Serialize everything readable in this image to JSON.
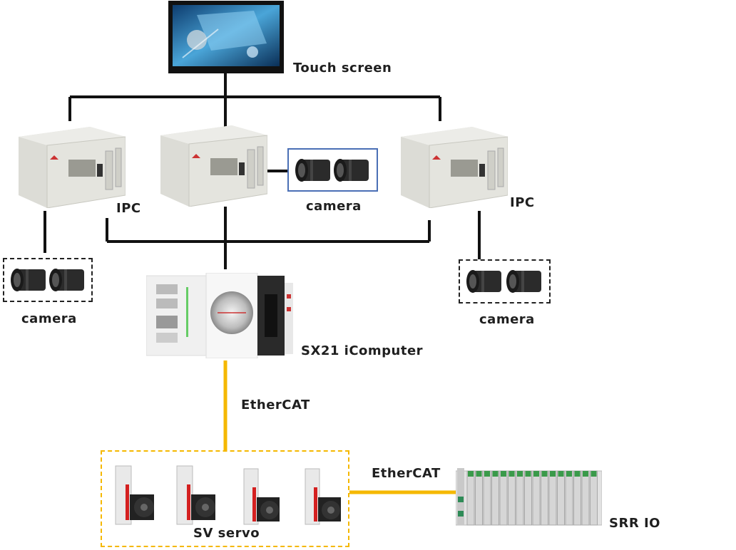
{
  "labels": {
    "touch_screen": "Touch screen",
    "ipc_left": "IPC",
    "ipc_right": "IPC",
    "camera_center": "camera",
    "camera_left": "camera",
    "camera_right": "camera",
    "sx21": "SX21 iComputer",
    "ethercat_vertical": "EtherCAT",
    "ethercat_horizontal": "EtherCAT",
    "sv_servo": "SV servo",
    "srr_io": "SRR IO"
  },
  "colors": {
    "network_line": "#111111",
    "ethercat_line": "#f5b800",
    "camera_frame": "#4a6fb5",
    "servo_group_border": "#f5b800"
  },
  "icons": {
    "touch_screen": "monitor-icon",
    "ipc": "industrial-pc-icon",
    "camera": "camera-lens-icon",
    "controller": "controller-unit-icon",
    "servo": "servo-drive-motor-icon",
    "io": "io-module-rack-icon"
  }
}
